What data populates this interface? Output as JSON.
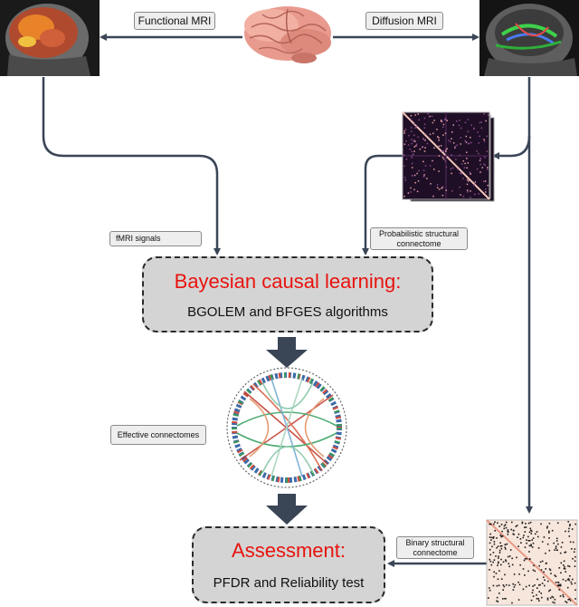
{
  "labels": {
    "functional_mri": "Functional MRI",
    "diffusion_mri": "Diffusion MRI",
    "fmri_signals": "fMRI signals",
    "probabilistic_structural": "Probabilistic structural connectome",
    "effective_connectomes": "Effective connectomes",
    "binary_structural": "Binary structural connectome"
  },
  "bayes_box": {
    "title": "Bayesian causal learning:",
    "subtitle": "BGOLEM and BFGES algorithms"
  },
  "assess_box": {
    "title": "Assessment:",
    "subtitle": "PFDR and Reliability test"
  },
  "colors": {
    "arrow": "#3a4556",
    "title_red": "#e8130e",
    "box_fill": "#d4d4d4"
  }
}
